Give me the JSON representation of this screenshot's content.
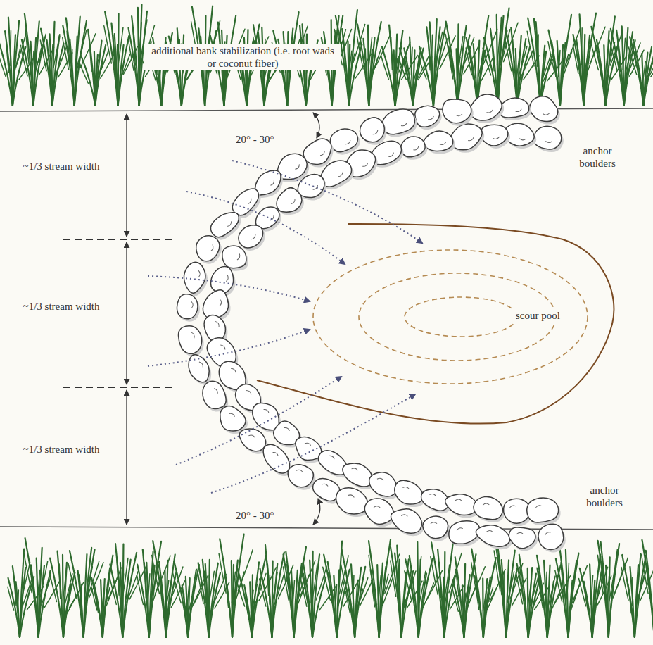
{
  "diagram": {
    "labels": [
      "additional bank stabilization (i.e. root wads or coconut fiber)",
      "20° - 30°",
      "anchor boulders",
      "~1/3 stream width",
      "~1/3 stream width",
      "scour pool",
      "~1/3 stream width",
      "anchor boulders",
      "20° - 30°"
    ]
  }
}
